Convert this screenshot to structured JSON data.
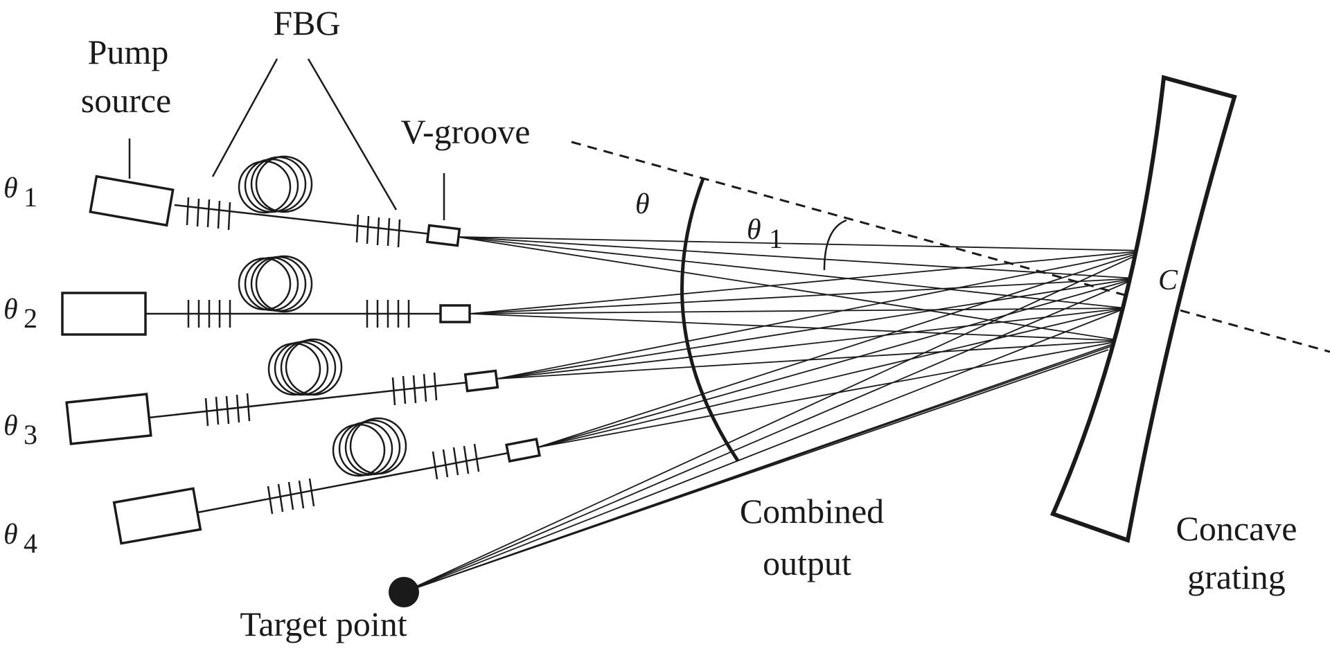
{
  "labels": {
    "pump_source_line1": "Pump",
    "pump_source_line2": "source",
    "fbg": "FBG",
    "v_groove": "V-groove",
    "combined_output_line1": "Combined",
    "combined_output_line2": "output",
    "concave_grating_line1": "Concave",
    "concave_grating_line2": "grating",
    "target_point": "Target point",
    "point_c": "C"
  },
  "channels": [
    {
      "symbol": "θ",
      "index": "1"
    },
    {
      "symbol": "θ",
      "index": "2"
    },
    {
      "symbol": "θ",
      "index": "3"
    },
    {
      "symbol": "θ",
      "index": "4"
    }
  ],
  "angles": {
    "outer_symbol": "θ",
    "inner_symbol": "θ",
    "inner_index": "1"
  }
}
